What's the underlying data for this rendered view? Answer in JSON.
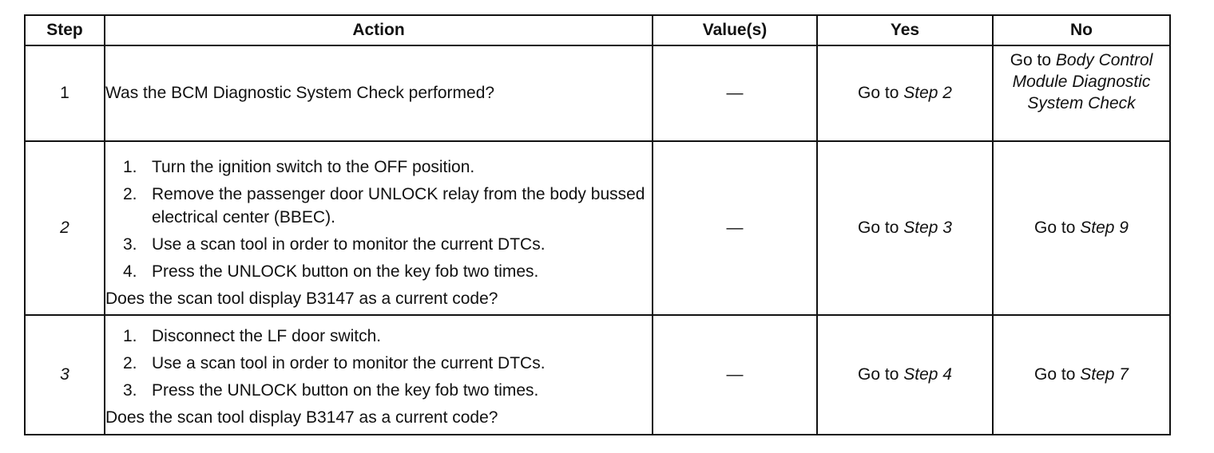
{
  "header": {
    "step": "Step",
    "action": "Action",
    "values": "Value(s)",
    "yes": "Yes",
    "no": "No"
  },
  "rows": [
    {
      "step": "1",
      "question": "Was the BCM Diagnostic System Check performed?",
      "value": "—",
      "yes_prefix": "Go to",
      "yes_target": "Step 2",
      "no_prefix": "Go to",
      "no_target": "Body Control Module Diagnostic System Check"
    },
    {
      "step": "2",
      "items": [
        {
          "num": "1.",
          "text": "Turn the ignition switch to the OFF position."
        },
        {
          "num": "2.",
          "text": "Remove the passenger door UNLOCK relay from the body bussed electrical center (BBEC)."
        },
        {
          "num": "3.",
          "text": "Use a scan tool in order to monitor the current DTCs."
        },
        {
          "num": "4.",
          "text": "Press the UNLOCK button on the key fob two times."
        }
      ],
      "question": "Does the scan tool display B3147 as a current code?",
      "value": "—",
      "yes_prefix": "Go to",
      "yes_target": "Step 3",
      "no_prefix": "Go to",
      "no_target": "Step 9"
    },
    {
      "step": "3",
      "items": [
        {
          "num": "1.",
          "text": "Disconnect the LF door switch."
        },
        {
          "num": "2.",
          "text": "Use a scan tool in order to monitor the current DTCs."
        },
        {
          "num": "3.",
          "text": "Press the UNLOCK button on the key fob two times."
        }
      ],
      "question": "Does the scan tool display B3147 as a current code?",
      "value": "—",
      "yes_prefix": "Go to",
      "yes_target": "Step 4",
      "no_prefix": "Go to",
      "no_target": "Step 7"
    }
  ]
}
